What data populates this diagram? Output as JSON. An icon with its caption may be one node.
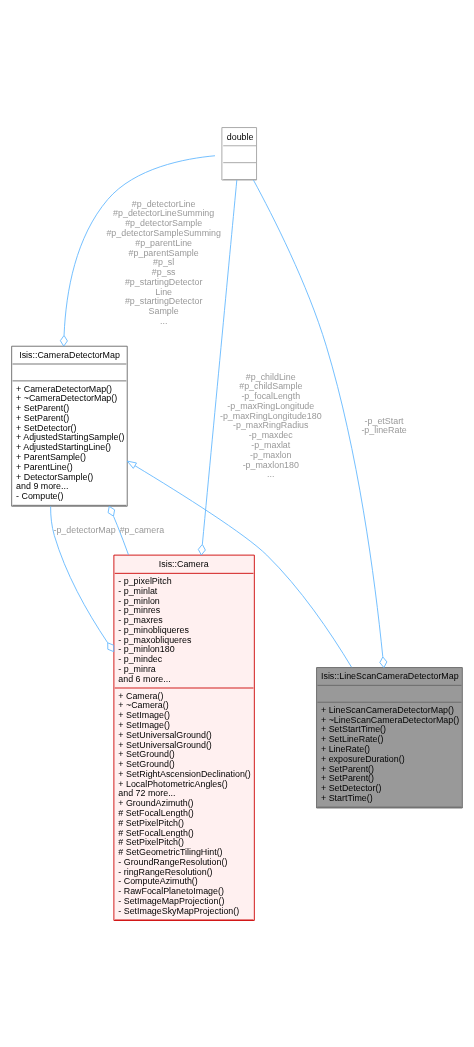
{
  "diagram": {
    "nodes": [
      {
        "text": [
          "double"
        ]
      },
      {
        "text": [
          "Isis::CameraDetectorMap",
          "+ CameraDetectorMap()",
          "+ ~CameraDetectorMap()",
          "+ SetParent()",
          "+ SetParent()",
          "+ SetDetector()",
          "+ AdjustedStartingSample()",
          "+ AdjustedStartingLine()",
          "+ ParentSample()",
          "+ ParentLine()",
          "+ DetectorSample()",
          "and 9 more...",
          "- Compute()"
        ]
      },
      {
        "text": [
          "Isis::Camera",
          "- p_pixelPitch",
          "- p_minlat",
          "- p_minlon",
          "- p_minres",
          "- p_maxres",
          "- p_minobliqueres",
          "- p_maxobliqueres",
          "- p_minlon180",
          "- p_mindec",
          "- p_minra",
          "and 6 more...",
          "+ Camera()",
          "+ ~Camera()",
          "+ SetImage()",
          "+ SetImage()",
          "+ SetUniversalGround()",
          "+ SetUniversalGround()",
          "+ SetGround()",
          "+ SetGround()",
          "+ SetRightAscensionDeclination()",
          "+ LocalPhotometricAngles()",
          "and 72 more...",
          "+ GroundAzimuth()",
          "# SetFocalLength()",
          "# SetPixelPitch()",
          "# SetFocalLength()",
          "# SetPixelPitch()",
          "# SetGeometricTilingHint()",
          "- GroundRangeResolution()",
          "- ringRangeResolution()",
          "- ComputeAzimuth()",
          "- RawFocalPlanetoImage()",
          "- SetImageMapProjection()",
          "- SetImageSkyMapProjection()"
        ]
      },
      {
        "text": [
          "Isis::LineScanCameraDetectorMap",
          "+ LineScanCameraDetectorMap()",
          "+ ~LineScanCameraDetectorMap()",
          "+ SetStartTime()",
          "+ SetLineRate()",
          "+ LineRate()",
          "+ exposureDuration()",
          "+ SetParent()",
          "+ SetParent()",
          "+ SetDetector()",
          "+ StartTime()"
        ]
      }
    ],
    "edges": [
      {
        "from": 0,
        "to": 1,
        "arrow": "other",
        "label": "#p_detectorLine #p_detectorLineSumming #p_detectorSample #p_detectorSampleSumming #p_parentLine #p_parentSample #p_sl #p_ss #p_startingDetector Line #p_startingDetector Sample ..."
      },
      {
        "from": 0,
        "to": 3,
        "arrow": "other",
        "label": "-p_etStart -p_lineRate"
      },
      {
        "from": 0,
        "to": 2,
        "arrow": "other",
        "label": "#p_childLine #p_childSample -p_focalLength -p_maxRingLongitude -p_maxRingLongitude180 -p_maxRingRadius -p_maxdec -p_maxlat -p_maxlon -p_maxlon180 ..."
      },
      {
        "from": 3,
        "to": 1,
        "arrow": "to"
      },
      {
        "from": 1,
        "to": 2,
        "arrow": "other",
        "label": "-p_detectorMap"
      },
      {
        "from": 2,
        "to": 1,
        "arrow": "other",
        "label": "#p_camera"
      }
    ]
  }
}
